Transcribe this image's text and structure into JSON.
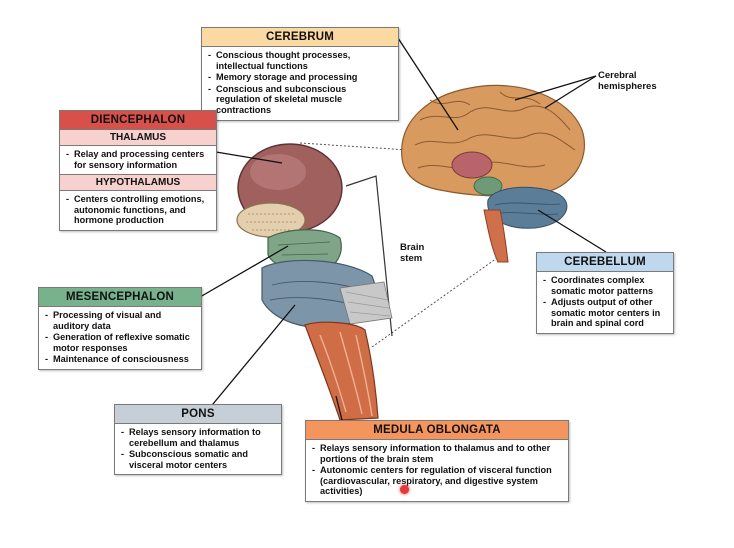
{
  "colors": {
    "cerebrum": "#fad9a3",
    "diencephalon": "#d8504a",
    "thalamus": "#f6d1cd",
    "hypothalamus": "#f6d1cd",
    "mesencephalon": "#78b28c",
    "pons": "#c6cfd8",
    "medulla": "#f5955e",
    "cerebellum": "#bfd8ee"
  },
  "cerebrum": {
    "title": "CEREBRUM",
    "items": [
      "Conscious thought processes, intellectual functions",
      "Memory storage and processing",
      "Conscious and subconscious regulation of skeletal muscle contractions"
    ]
  },
  "labels": {
    "cerebral_hemispheres": "Cerebral hemispheres",
    "brain_stem": "Brain stem"
  },
  "diencephalon": {
    "title": "DIENCEPHALON",
    "thalamus": {
      "title": "THALAMUS",
      "items": [
        "Relay and processing centers for sensory information"
      ]
    },
    "hypothalamus": {
      "title": "HYPOTHALAMUS",
      "items": [
        "Centers controlling emotions, autonomic functions, and hormone production"
      ]
    }
  },
  "mesencephalon": {
    "title": "MESENCEPHALON",
    "items": [
      "Processing of visual and auditory data",
      "Generation of reflexive somatic motor responses",
      "Maintenance of consciousness"
    ]
  },
  "pons": {
    "title": "PONS",
    "items": [
      "Relays sensory information to cerebellum and thalamus",
      "Subconscious somatic and visceral motor centers"
    ]
  },
  "medulla": {
    "title": "MEDULA OBLONGATA",
    "items": [
      "Relays sensory information to thalamus and to other portions of the brain stem",
      "Autonomic centers for regulation of visceral function (cardiovascular, respiratory, and digestive system activities)"
    ]
  },
  "cerebellum": {
    "title": "CEREBELLUM",
    "items": [
      "Coordinates complex somatic motor patterns",
      "Adjusts output of other somatic motor centers in brain and spinal cord"
    ]
  }
}
